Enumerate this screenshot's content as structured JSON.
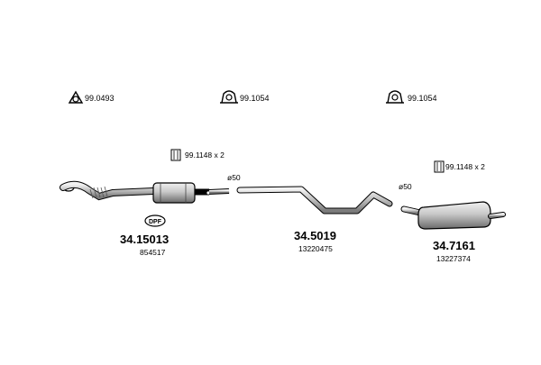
{
  "clamps": [
    {
      "code": "99.0493"
    },
    {
      "code": "99.1054"
    },
    {
      "code": "99.1054"
    }
  ],
  "bolt_sets": [
    {
      "code": "99.1148 x 2"
    },
    {
      "code": "99.1148 x 2"
    }
  ],
  "diameters": [
    {
      "label": "ø50"
    },
    {
      "label": "ø50"
    }
  ],
  "components": [
    {
      "part_number": "34.15013",
      "oem_number": "854517",
      "badge": "DPF"
    },
    {
      "part_number": "34.5019",
      "oem_number": "13220475"
    },
    {
      "part_number": "34.7161",
      "oem_number": "13227374"
    }
  ]
}
